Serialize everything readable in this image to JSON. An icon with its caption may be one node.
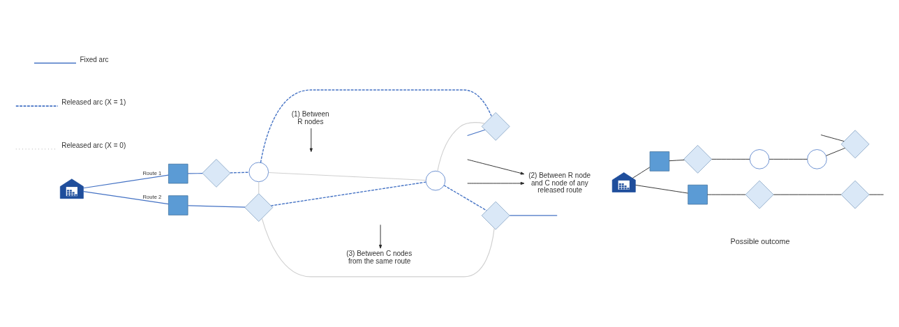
{
  "diagram": {
    "nodes": [
      {
        "text": [],
        "shape": "picture"
      },
      {
        "text": [],
        "shape": "box"
      },
      {
        "text": [],
        "shape": "diamond"
      },
      {
        "text": [],
        "shape": "circle"
      },
      {
        "text": [],
        "shape": "diamond"
      },
      {
        "text": [],
        "shape": "circle"
      },
      {
        "text": [],
        "shape": "box"
      },
      {
        "text": [],
        "shape": "diamond"
      },
      {
        "text": [],
        "shape": "diamond"
      },
      {
        "text": [
          "(1) Between R nodes"
        ]
      },
      {
        "text": [
          "(2) Between R node and C node of any released route"
        ]
      },
      {
        "text": [
          "(3) Between C nodes from the same route"
        ]
      },
      {
        "text": [],
        "shape": "picture"
      },
      {
        "text": [],
        "shape": "box"
      },
      {
        "text": [],
        "shape": "diamond"
      },
      {
        "text": [],
        "shape": "circle"
      },
      {
        "text": [],
        "shape": "circle"
      },
      {
        "text": [],
        "shape": "diamond"
      },
      {
        "text": [],
        "shape": "box"
      },
      {
        "text": [],
        "shape": "diamond"
      },
      {
        "text": [],
        "shape": "diamond"
      }
    ],
    "edges": [
      {
        "from": 0,
        "to": 1,
        "arrow": "none",
        "label": "Route 1",
        "color": "#4472c4"
      },
      {
        "from": 0,
        "to": 6,
        "arrow": "none",
        "label": "Route 2",
        "color": "#4472c4"
      },
      {
        "from": 1,
        "to": 2,
        "arrow": "none",
        "color": "#4472c4"
      },
      {
        "from": 2,
        "to": 3,
        "arrow": "none",
        "style": "dashed",
        "color": "#4472c4"
      },
      {
        "from": 3,
        "to": 4,
        "arrow": "none",
        "style": "dashed",
        "color": "#4472c4"
      },
      {
        "from": null,
        "to": 4,
        "arrow": "none",
        "color": "#4472c4"
      },
      {
        "from": 6,
        "to": 7,
        "arrow": "none",
        "color": "#4472c4"
      },
      {
        "from": 7,
        "to": 5,
        "arrow": "none",
        "style": "dashed",
        "color": "#4472c4"
      },
      {
        "from": 5,
        "to": 8,
        "arrow": "none",
        "style": "dashed",
        "color": "#4472c4"
      },
      {
        "from": 8,
        "to": null,
        "arrow": "none",
        "color": "#4472c4"
      },
      {
        "from": 3,
        "to": 5,
        "arrow": "none",
        "color": "#d0d0d0"
      },
      {
        "from": 3,
        "to": 7,
        "arrow": "none",
        "color": "#d0d0d0"
      },
      {
        "from": 4,
        "to": 5,
        "arrow": "none",
        "color": "#d0d0d0"
      },
      {
        "from": 7,
        "to": 8,
        "arrow": "none",
        "color": "#d0d0d0"
      },
      {
        "from": 9,
        "to": null,
        "arrow": "to"
      },
      {
        "from": null,
        "to": 10,
        "arrow": "to"
      },
      {
        "from": null,
        "to": 10,
        "arrow": "to"
      },
      {
        "from": null,
        "to": 11,
        "arrow": "to"
      },
      {
        "from": 12,
        "to": 13,
        "arrow": "none"
      },
      {
        "from": 13,
        "to": 14,
        "arrow": "none"
      },
      {
        "from": 14,
        "to": 15,
        "arrow": "none"
      },
      {
        "from": 15,
        "to": 16,
        "arrow": "none"
      },
      {
        "from": 16,
        "to": 17,
        "arrow": "none"
      },
      {
        "from": null,
        "to": 17,
        "arrow": "none"
      },
      {
        "from": 12,
        "to": 18,
        "arrow": "none"
      },
      {
        "from": 18,
        "to": 19,
        "arrow": "none"
      },
      {
        "from": 19,
        "to": 20,
        "arrow": "none"
      },
      {
        "from": 20,
        "to": null,
        "arrow": "none"
      }
    ],
    "labels": [
      "Possible outcome"
    ],
    "legend": [
      {
        "text": "Fixed arc"
      },
      {
        "text": "Released arc (X = 1)"
      },
      {
        "text": "Released arc (X = 0)"
      }
    ]
  }
}
